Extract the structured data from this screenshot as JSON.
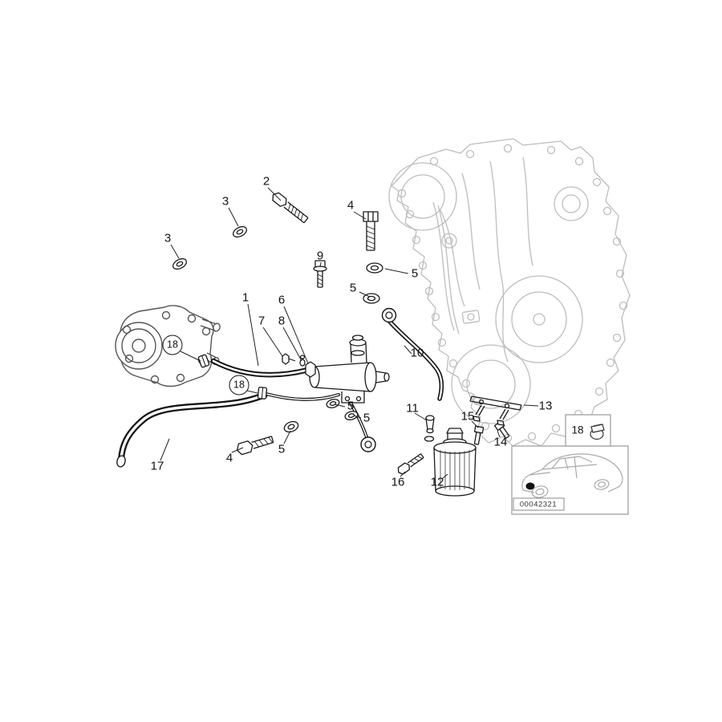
{
  "diagram": {
    "labels": [
      {
        "text": "2",
        "circled": false
      },
      {
        "text": "3",
        "circled": false
      },
      {
        "text": "3",
        "circled": false
      },
      {
        "text": "4",
        "circled": false
      },
      {
        "text": "9",
        "circled": false
      },
      {
        "text": "5",
        "circled": false
      },
      {
        "text": "5",
        "circled": false
      },
      {
        "text": "1",
        "circled": false
      },
      {
        "text": "6",
        "circled": false
      },
      {
        "text": "7",
        "circled": false
      },
      {
        "text": "8",
        "circled": false
      },
      {
        "text": "18",
        "circled": true
      },
      {
        "text": "18",
        "circled": true
      },
      {
        "text": "10",
        "circled": false
      },
      {
        "text": "5",
        "circled": false
      },
      {
        "text": "5",
        "circled": false
      },
      {
        "text": "11",
        "circled": false
      },
      {
        "text": "13",
        "circled": false
      },
      {
        "text": "15",
        "circled": false
      },
      {
        "text": "14",
        "circled": false
      },
      {
        "text": "4",
        "circled": false
      },
      {
        "text": "5",
        "circled": false
      },
      {
        "text": "12",
        "circled": false
      },
      {
        "text": "16",
        "circled": false
      },
      {
        "text": "17",
        "circled": false
      }
    ],
    "inset": {
      "clamp_label": "18",
      "code": "00042321"
    },
    "colors": {
      "part_line": "#1a1a1a",
      "engine_gray": "#bdbdbd",
      "pump_gray": "#555555",
      "inset_border": "#999999"
    }
  }
}
